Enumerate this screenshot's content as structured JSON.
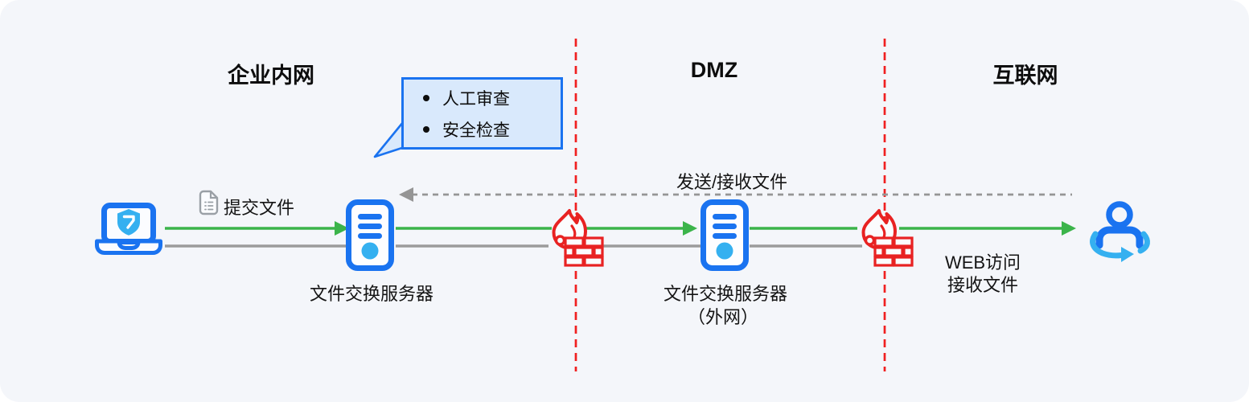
{
  "zones": {
    "intranet": {
      "label": "企业内网"
    },
    "dmz": {
      "label": "DMZ"
    },
    "internet": {
      "label": "互联网"
    }
  },
  "callout": {
    "items": [
      "人工审查",
      "安全检查"
    ]
  },
  "flow": {
    "submit_file_label": "提交文件",
    "send_receive_label": "发送/接收文件",
    "web_access_line1": "WEB访问",
    "web_access_line2": "接收文件"
  },
  "nodes": {
    "internal_server_label": "文件交换服务器",
    "external_server_label_line1": "文件交换服务器",
    "external_server_label_line2": "（外网）"
  },
  "icons": {
    "source_device": "laptop-shield-icon",
    "file_attachment": "document-icon",
    "internal_node": "server-icon",
    "external_node": "server-icon",
    "boundary_device": "firewall-icon",
    "end_user": "user-sync-icon"
  },
  "colors": {
    "background": "#f4f6fa",
    "primary_blue": "#1a73f0",
    "cyan": "#35b0f0",
    "green": "#3bb44a",
    "gray_line": "#9b9b9b",
    "red": "#ee2222",
    "callout_fill": "#d9e9fc",
    "callout_border": "#1a73f0",
    "text": "#111111"
  }
}
